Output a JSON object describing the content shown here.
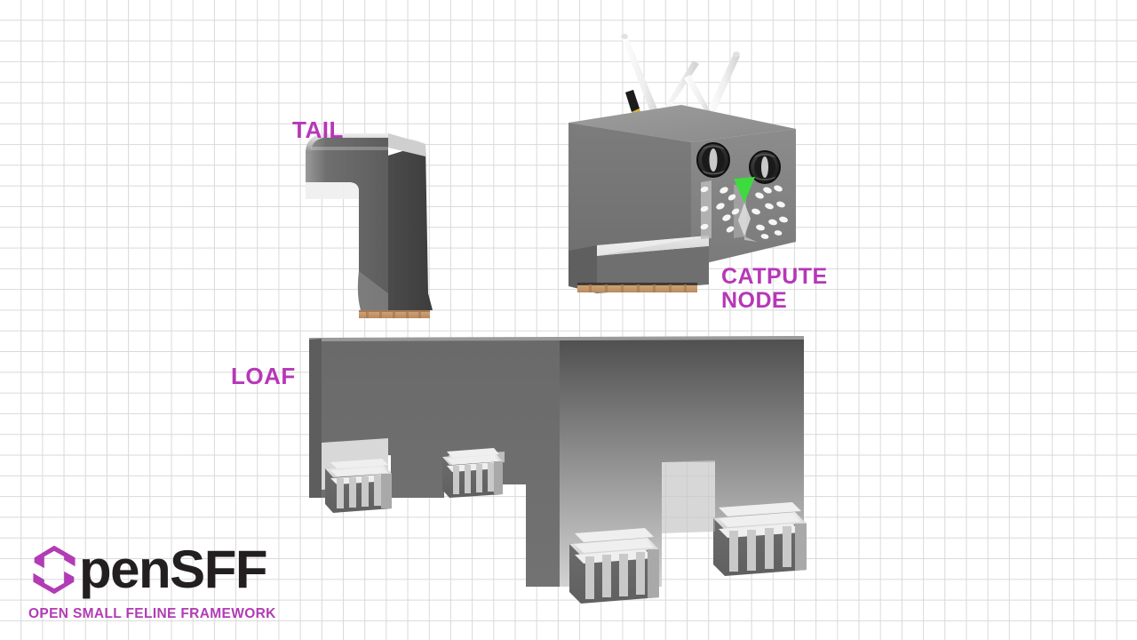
{
  "page": {
    "title": "OpenSFF",
    "background": "#ffffff",
    "grid_color": "#d9d9d9",
    "accent_color": "#b637b8"
  },
  "annotations": [
    {
      "id": "tail",
      "text": "TAIL",
      "color": "#b637b8"
    },
    {
      "id": "loaf",
      "text": "LOAF",
      "color": "#b637b8"
    },
    {
      "id": "catpute_node",
      "text": "CATPUTE\nNODE",
      "color": "#b637b8"
    }
  ],
  "logo": {
    "mark_name": "hexagon-ring-icon",
    "mark_color": "#b13cb5",
    "wordmark": "penSFF",
    "wordmark_color": "#231f20",
    "tagline": "OPEN SMALL FELINE FRAMEWORK",
    "tagline_color": "#b13cb5"
  },
  "render": {
    "subject": "modular-server-cat",
    "parts": [
      {
        "name": "tail-module",
        "label": "TAIL"
      },
      {
        "name": "catpute-node",
        "label": "CATPUTE NODE"
      },
      {
        "name": "loaf-chassis",
        "label": "LOAF"
      }
    ],
    "materials": {
      "chassis_dark": "#6e6e6e",
      "chassis_mid": "#7d7d7d",
      "chassis_light": "#c9c9c9",
      "chassis_highlight": "#e6e6e6",
      "connector_copper": "#c79a6d",
      "antenna_white": "#f2f2f2",
      "antenna_black": "#1c1c1c",
      "antenna_gold": "#d6b23c",
      "nose_green": "#3ddb3d",
      "eye_dark": "#2a2a2a"
    },
    "features": {
      "antennas": 2,
      "eyes": 2,
      "nose": 1,
      "paws": 4,
      "edge_connectors": 2
    }
  }
}
